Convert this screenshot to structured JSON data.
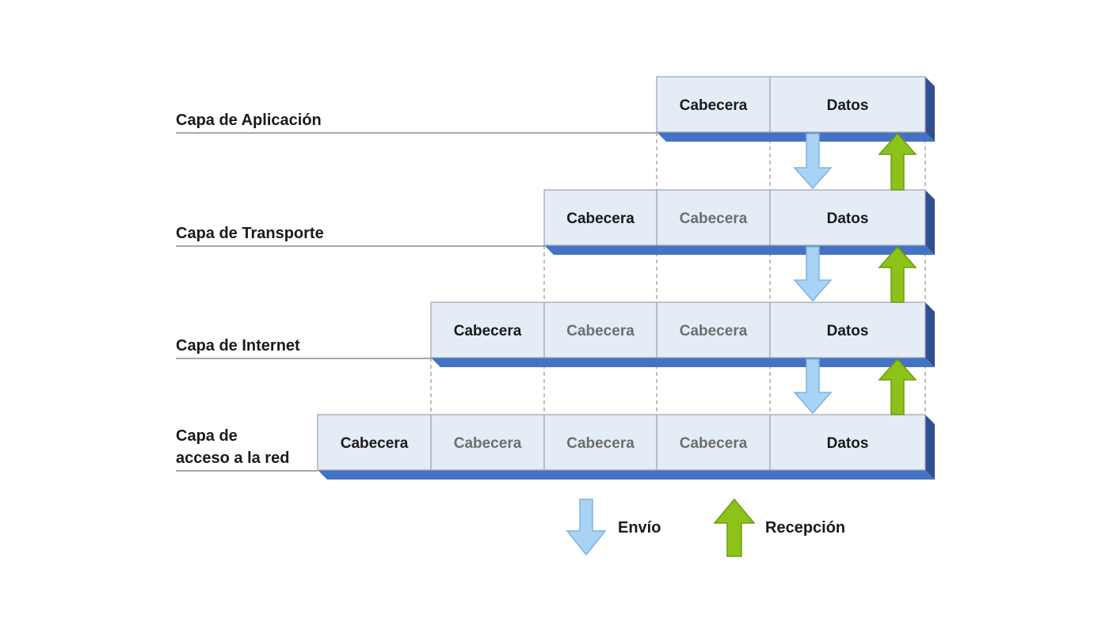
{
  "layers": [
    {
      "label_lines": [
        "Capa de Aplicación"
      ],
      "cells": [
        "Cabecera",
        "Datos"
      ]
    },
    {
      "label_lines": [
        "Capa de Transporte"
      ],
      "cells": [
        "Cabecera",
        "Cabecera",
        "Datos"
      ]
    },
    {
      "label_lines": [
        "Capa de Internet"
      ],
      "cells": [
        "Cabecera",
        "Cabecera",
        "Cabecera",
        "Datos"
      ]
    },
    {
      "label_lines": [
        "Capa de",
        "acceso a la red"
      ],
      "cells": [
        "Cabecera",
        "Cabecera",
        "Cabecera",
        "Cabecera",
        "Datos"
      ]
    }
  ],
  "legend": {
    "send_label": "Envío",
    "receive_label": "Recepción"
  },
  "colors": {
    "cell_fill": "#e4ecf6",
    "cell_border": "#9aa4b2",
    "shadow": "#4472c4",
    "shadow_dark": "#2f4f8f",
    "label_line": "#8c8c8c",
    "dashed": "#7f7f7f",
    "text_main": "#1a1a1a",
    "text_inner": "#6e6e6e",
    "arrow_down_fill": "#a9d3f5",
    "arrow_down_stroke": "#7fb3dd",
    "arrow_up_fill": "#8cc21a",
    "arrow_up_stroke": "#6a9e0f"
  }
}
